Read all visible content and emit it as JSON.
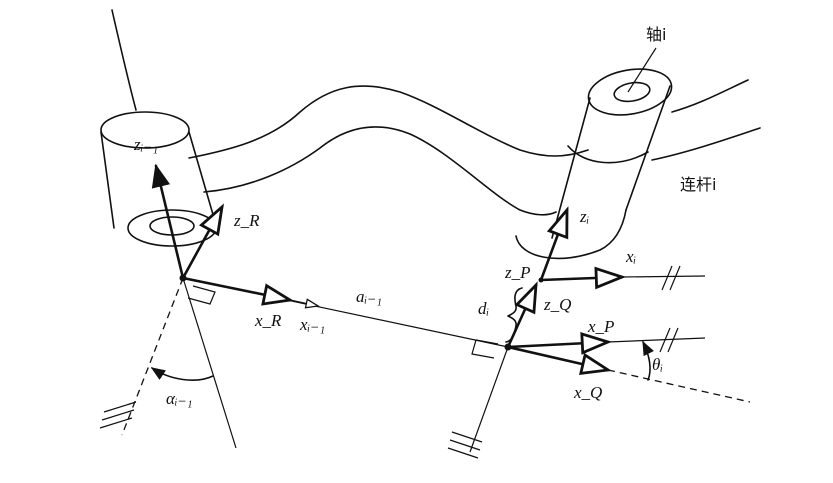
{
  "labels": {
    "axis_i": "轴i",
    "link_i": "连杆i",
    "z_prev": "zᵢ₋₁",
    "z_R": "z_R",
    "x_R": "x_R",
    "x_prev": "xᵢ₋₁",
    "a_prev": "aᵢ₋₁",
    "alpha_prev": "αᵢ₋₁",
    "z_i": "zᵢ",
    "x_i": "xᵢ",
    "z_P": "z_P",
    "z_Q": "z_Q",
    "x_P": "x_P",
    "x_Q": "x_Q",
    "d_i": "dᵢ",
    "theta_i": "θᵢ"
  }
}
